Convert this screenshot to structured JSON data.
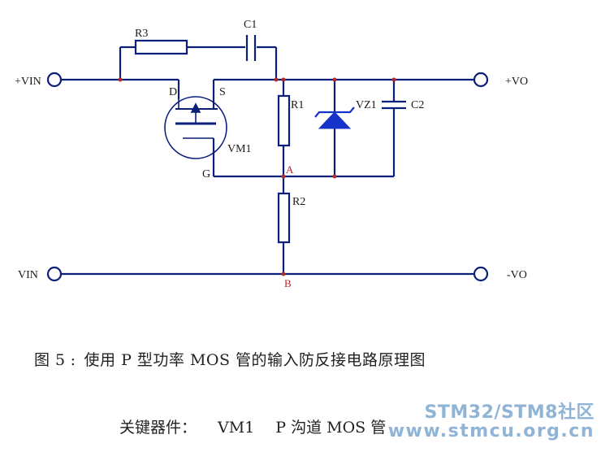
{
  "diagram": {
    "labels": {
      "vin_pos": "+VIN",
      "vin_neg": "VIN",
      "vo_pos": "+VO",
      "vo_neg": "-VO",
      "r3": "R3",
      "c1": "C1",
      "r1": "R1",
      "r2": "R2",
      "vz1": "VZ1",
      "c2": "C2",
      "mos": "VM1",
      "pin_d": "D",
      "pin_s": "S",
      "pin_g": "G",
      "node_a": "A",
      "node_b": "B"
    },
    "colors": {
      "wire": "#0a1f7a",
      "junction": "#b22a2a",
      "zener": "#1533c8",
      "text": "#1a1a1a"
    }
  },
  "caption": {
    "figure": "图 5",
    "separator": ":",
    "text": "使用 P 型功率 MOS 管的输入防反接电路原理图"
  },
  "key_components": {
    "label": "关键器件：",
    "part": "VM1",
    "desc": "P 沟道 MOS 管"
  },
  "watermark": {
    "line1": "STM32/STM8社区",
    "line2": "www.stmcu.org.cn"
  }
}
